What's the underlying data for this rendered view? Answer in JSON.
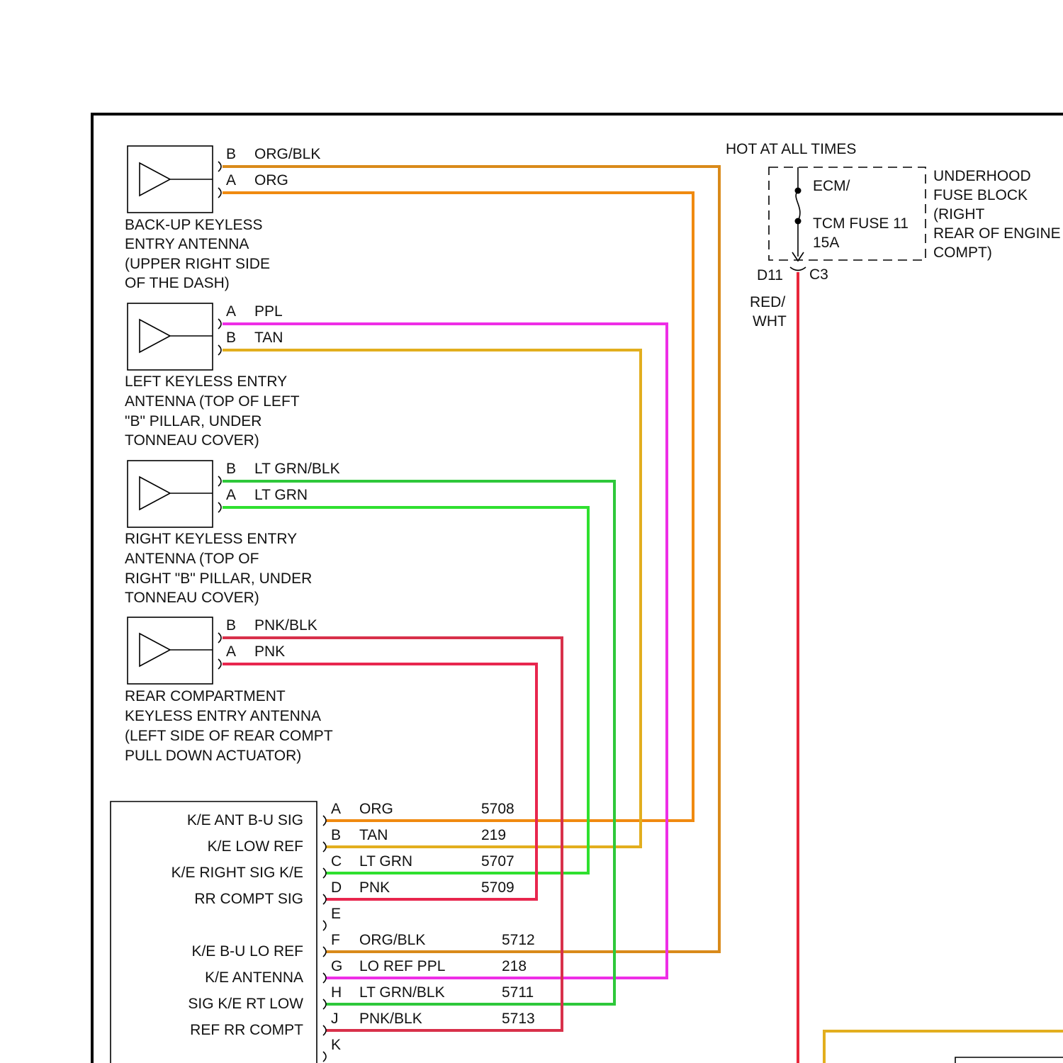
{
  "colors": {
    "org": "#f08a10",
    "org_blk": "#d98a1a",
    "ppl": "#ee2ee6",
    "tan": "#e2ae1e",
    "lt_grn": "#2fe02f",
    "lt_grn_blk": "#2ec83a",
    "pnk": "#e8264e",
    "pnk_blk": "#d8304a",
    "red_wht": "#e8263a"
  },
  "power": {
    "hot_label": "HOT AT ALL TIMES",
    "fuse_label_1": "ECM/",
    "fuse_label_2": "TCM FUSE 11",
    "fuse_label_3": "15A",
    "block_label": [
      "UNDERHOOD",
      "FUSE BLOCK",
      "(RIGHT",
      "REAR OF ENGINE",
      "COMPT)"
    ],
    "pin": "D11",
    "connector": "C3",
    "wire_label_1": "RED/",
    "wire_label_2": "WHT"
  },
  "antennas": [
    {
      "name": [
        "BACK-UP KEYLESS",
        "ENTRY ANTENNA",
        "(UPPER RIGHT SIDE",
        "OF THE DASH)"
      ],
      "pins": [
        {
          "pin": "B",
          "color": "ORG/BLK"
        },
        {
          "pin": "A",
          "color": "ORG"
        }
      ]
    },
    {
      "name": [
        "LEFT KEYLESS ENTRY",
        "ANTENNA (TOP OF LEFT",
        "\"B\" PILLAR, UNDER",
        "TONNEAU COVER)"
      ],
      "pins": [
        {
          "pin": "A",
          "color": "PPL"
        },
        {
          "pin": "B",
          "color": "TAN"
        }
      ]
    },
    {
      "name": [
        "RIGHT KEYLESS ENTRY",
        "ANTENNA (TOP OF",
        "RIGHT \"B\" PILLAR, UNDER",
        "TONNEAU COVER)"
      ],
      "pins": [
        {
          "pin": "B",
          "color": "LT GRN/BLK"
        },
        {
          "pin": "A",
          "color": "LT GRN"
        }
      ]
    },
    {
      "name": [
        "REAR COMPARTMENT",
        "KEYLESS ENTRY ANTENNA",
        "(LEFT SIDE OF REAR COMPT",
        "PULL DOWN ACTUATOR)"
      ],
      "pins": [
        {
          "pin": "B",
          "color": "PNK/BLK"
        },
        {
          "pin": "A",
          "color": "PNK"
        }
      ]
    }
  ],
  "module": {
    "labels": [
      "K/E ANT B-U SIG",
      "K/E LOW REF",
      "K/E RIGHT SIG K/E",
      "RR COMPT SIG",
      "K/E B-U LO REF",
      "K/E ANTENNA",
      "SIG K/E RT LOW",
      "REF RR COMPT"
    ],
    "pins": [
      {
        "pin": "A",
        "color": "ORG",
        "circuit": "5708"
      },
      {
        "pin": "B",
        "color": "TAN",
        "circuit": "219"
      },
      {
        "pin": "C",
        "color": "LT GRN",
        "circuit": "5707"
      },
      {
        "pin": "D",
        "color": "PNK",
        "circuit": "5709"
      },
      {
        "pin": "E",
        "color": "",
        "circuit": ""
      },
      {
        "pin": "F",
        "color": "ORG/BLK",
        "circuit": "5712"
      },
      {
        "pin": "G",
        "color": "LO REF PPL",
        "circuit": "218"
      },
      {
        "pin": "H",
        "color": "LT GRN/BLK",
        "circuit": "5711"
      },
      {
        "pin": "J",
        "color": "PNK/BLK",
        "circuit": "5713"
      },
      {
        "pin": "K",
        "color": "",
        "circuit": ""
      }
    ]
  }
}
